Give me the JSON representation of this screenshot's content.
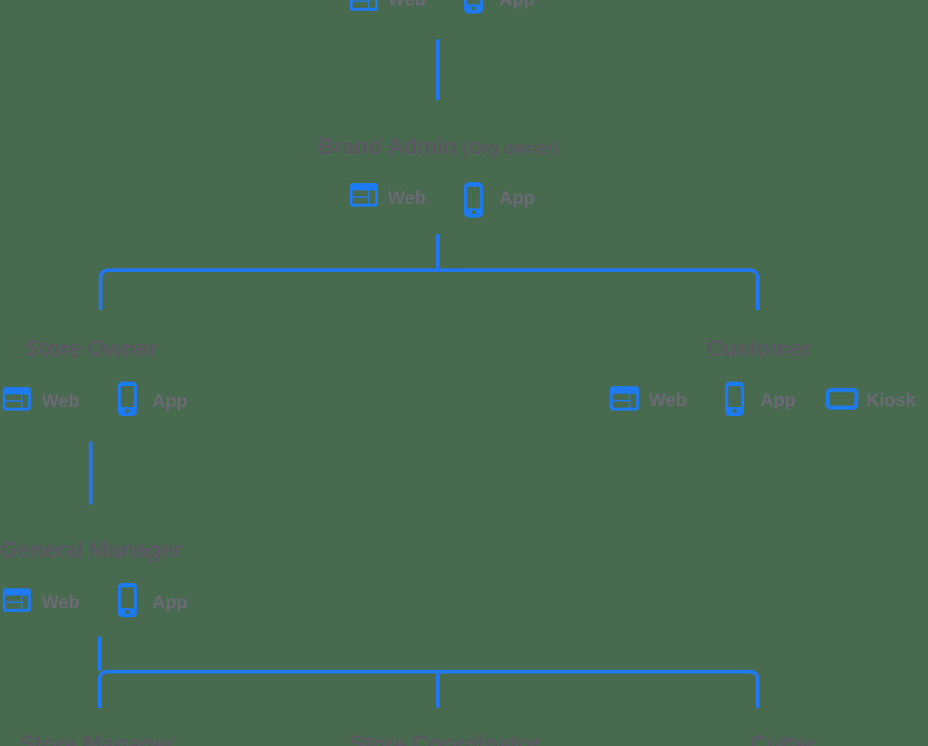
{
  "diagram": {
    "type": "org-hierarchy",
    "colors": {
      "background": "#486a4f",
      "icon_blue": "#1d7af0",
      "line_blue": "#2277f2",
      "title_text": "#5b5863",
      "label_text": "#6c6975"
    },
    "nodes": {
      "top_cutoff": {
        "platforms": [
          {
            "label": "Web"
          },
          {
            "label": "App"
          }
        ]
      },
      "brand_admin": {
        "title": "Brand Admin",
        "subtitle": "(Org owner)",
        "platforms": [
          {
            "label": "Web"
          },
          {
            "label": "App"
          }
        ]
      },
      "store_owner": {
        "title": "Store Owner",
        "platforms": [
          {
            "label": "Web"
          },
          {
            "label": "App"
          }
        ]
      },
      "customer": {
        "title": "Customer",
        "platforms": [
          {
            "label": "Web"
          },
          {
            "label": "App"
          },
          {
            "label": "Kiosk"
          }
        ]
      },
      "general_manager": {
        "title": "General Manager",
        "platforms": [
          {
            "label": "Web"
          },
          {
            "label": "App"
          }
        ]
      },
      "store_manager": {
        "title": "Store Manager"
      },
      "store_coordinator": {
        "title": "Store Coordinator"
      },
      "cutter": {
        "title": "Cutter"
      }
    }
  }
}
